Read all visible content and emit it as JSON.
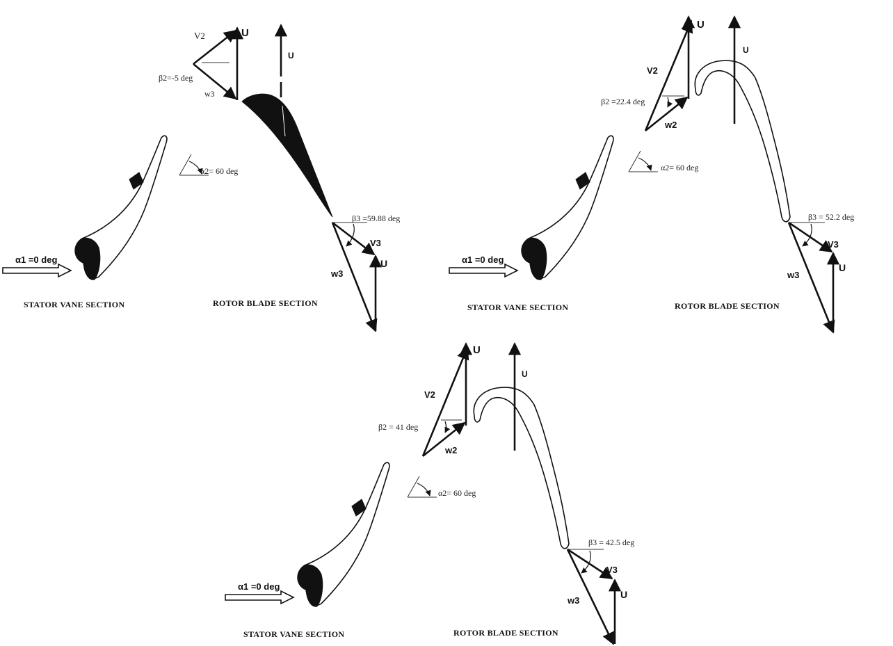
{
  "panels": [
    {
      "id": "panel-1",
      "stator_caption": "STATOR VANE SECTION",
      "rotor_caption": "ROTOR BLADE SECTION",
      "alpha1": "α1 =0 deg",
      "alpha2": "α2= 60 deg",
      "beta2": "β2=-5 deg",
      "beta3": "β3 =59.88 deg",
      "v2": "V2",
      "v3": "V3",
      "w_inlet": "w3",
      "w3": "w3",
      "u_top": "U",
      "u_axis": "U",
      "u_bottom": "U",
      "rotor_style": "solid"
    },
    {
      "id": "panel-2",
      "stator_caption": "STATOR VANE SECTION",
      "rotor_caption": "ROTOR BLADE SECTION",
      "alpha1": "α1 =0 deg",
      "alpha2": "α2= 60 deg",
      "beta2": "β2 =22.4 deg",
      "beta3": "β3 = 52.2 deg",
      "v2": "V2",
      "v3": "V3",
      "w_inlet": "w2",
      "w3": "w3",
      "u_top": "U",
      "u_axis": "U",
      "u_bottom": "U",
      "rotor_style": "meshed"
    },
    {
      "id": "panel-3",
      "stator_caption": "STATOR VANE SECTION",
      "rotor_caption": "ROTOR BLADE SECTION",
      "alpha1": "α1 =0 deg",
      "alpha2": "α2= 60 deg",
      "beta2": "β2 = 41 deg",
      "beta3": "β3 = 42.5 deg",
      "v2": "V2",
      "v3": "V3",
      "w_inlet": "w2",
      "w3": "w3",
      "u_top": "U",
      "u_axis": "U",
      "u_bottom": "U",
      "rotor_style": "meshed"
    }
  ]
}
